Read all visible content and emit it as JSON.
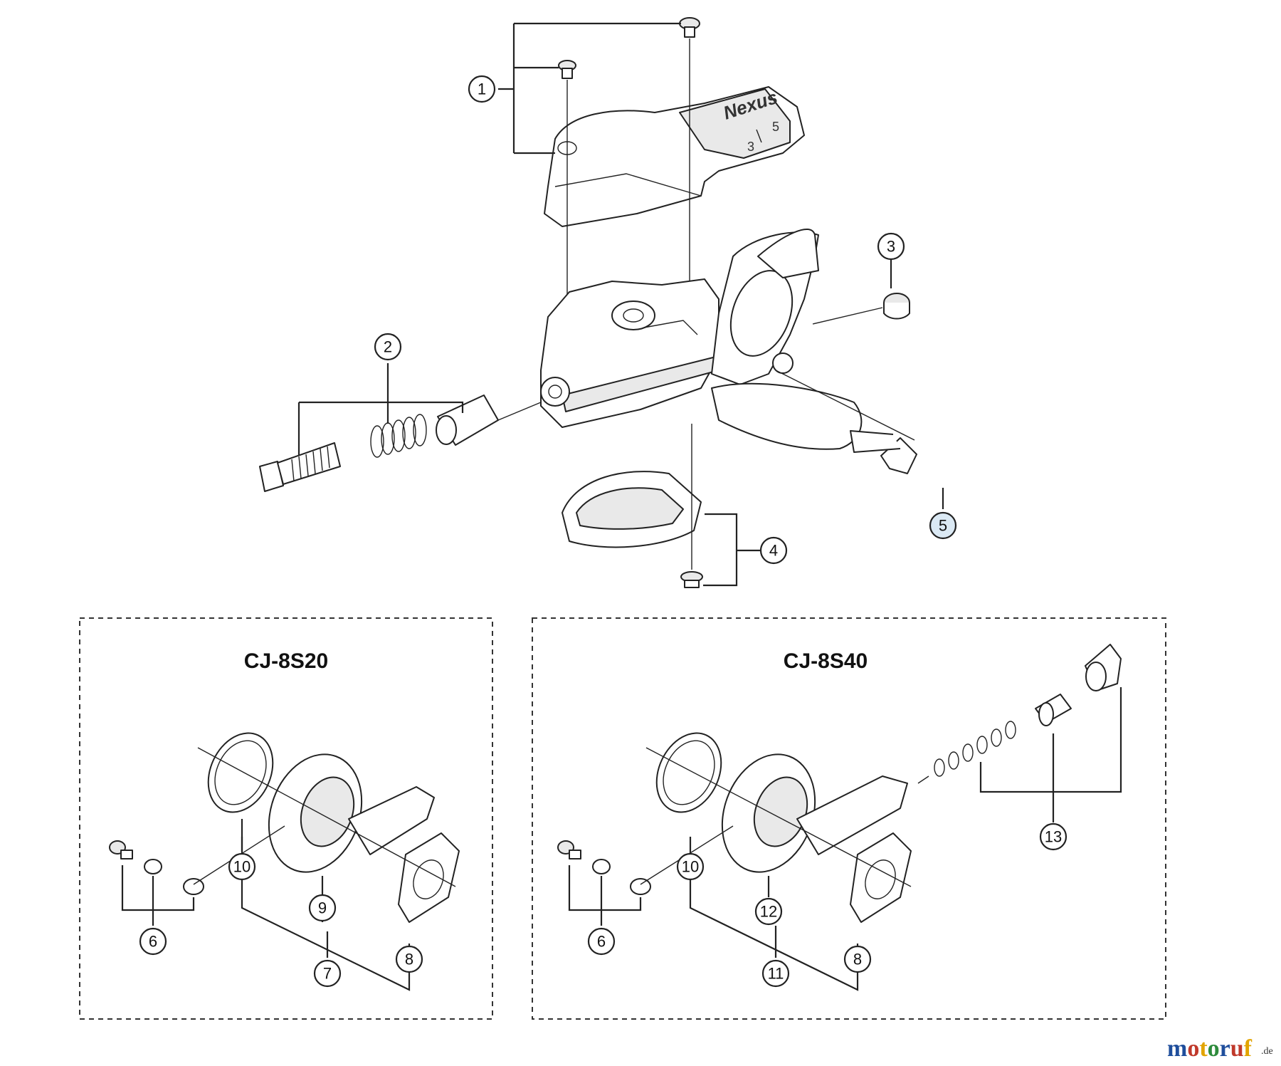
{
  "brand_label": "Nexus",
  "dial_marks": [
    "3",
    "5"
  ],
  "callouts": {
    "c1": "1",
    "c2": "2",
    "c3": "3",
    "c4": "4",
    "c5": "5",
    "cj20_6": "6",
    "cj20_7": "7",
    "cj20_8": "8",
    "cj20_9": "9",
    "cj20_10": "10",
    "cj40_6": "6",
    "cj40_8": "8",
    "cj40_10": "10",
    "cj40_11": "11",
    "cj40_12": "12",
    "cj40_13": "13"
  },
  "boxes": {
    "left_title": "CJ-8S20",
    "right_title": "CJ-8S40"
  },
  "watermark": {
    "main": "motoruf",
    "suffix": ".de",
    "colors": [
      "#1f4e9c",
      "#c0392b",
      "#e2a400",
      "#2e8b3c",
      "#1f4e9c",
      "#c0392b",
      "#e2a400"
    ]
  }
}
